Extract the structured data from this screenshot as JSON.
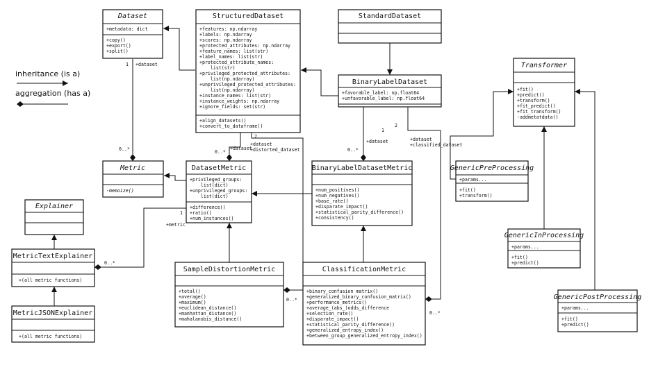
{
  "legend": {
    "inheritance": "inheritance (is a)",
    "aggregation": "aggregation (has a)"
  },
  "classes": {
    "Dataset": {
      "name": "Dataset",
      "attributes": [
        "+metadata: dict"
      ],
      "methods": [
        "+copy()",
        "+export()",
        "+split()"
      ]
    },
    "StructuredDataset": {
      "name": "StructuredDataset",
      "attributes": [
        "+features: np.ndarray",
        "+labels: np.ndarray",
        "+scores: np.ndarray",
        "+protected_attributes: np.ndarray",
        "+feature_names: list(str)",
        "+label_names: list(str)",
        "+protected_attribute_names:",
        "    list(str)",
        "+privileged_protected_attributes:",
        "    list(np.ndarray)",
        "+unprivileged_protected_attributes:",
        "    list(np.ndarray)",
        "+instance_names: list(str)",
        "+instance_weights: np.ndarray",
        "+ignore_fields: set(str)"
      ],
      "methods": [
        "+align_datasets()",
        "+convert_to_dataframe()"
      ]
    },
    "StandardDataset": {
      "name": "StandardDataset"
    },
    "BinaryLabelDataset": {
      "name": "BinaryLabelDataset",
      "attributes": [
        "+favorable_label: np.float64",
        "+unfavorable_label: np.float64"
      ]
    },
    "Metric": {
      "name": "Metric",
      "methods": [
        "-memoize()"
      ]
    },
    "DatasetMetric": {
      "name": "DatasetMetric",
      "attributes": [
        "+privileged_groups:",
        "    list(dict)",
        "+unprivileged_groups:",
        "    list(dict)"
      ],
      "methods": [
        "+difference()",
        "+ratio()",
        "+num_instances()"
      ]
    },
    "BinaryLabelDatasetMetric": {
      "name": "BinaryLabelDatasetMetric",
      "methods": [
        "+num_positives()",
        "+num_negatives()",
        "+base_rate()",
        "+disparate_impact()",
        "+statistical_parity_difference()",
        "+consistency()"
      ]
    },
    "Explainer": {
      "name": "Explainer"
    },
    "MetricTextExplainer": {
      "name": "MetricTextExplainer",
      "methods": [
        "+(all metric functions)"
      ]
    },
    "MetricJSONExplainer": {
      "name": "MetricJSONExplainer",
      "methods": [
        "+(all metric functions)"
      ]
    },
    "SampleDistortionMetric": {
      "name": "SampleDistortionMetric",
      "methods": [
        "+total()",
        "+average()",
        "+maximum()",
        "+euclidean_distance()",
        "+manhattan_distance()",
        "+mahalanobis_distance()"
      ]
    },
    "ClassificationMetric": {
      "name": "ClassificationMetric",
      "methods": [
        "+binary_confusion matrix()",
        "+generalized_binary_confusion_matrix()",
        "+performance_metrics()",
        "+average_(abs_)odds_difference",
        "+selection_rate()",
        "+disparate_impact()",
        "+statistical_parity_difference()",
        "+generalized_entropy_index()",
        "+between_group_generalized_entropy_index()"
      ]
    },
    "Transformer": {
      "name": "Transformer",
      "methods": [
        "+fit()",
        "+predict()",
        "+transform()",
        "+fit_predict()",
        "+fit_transform()",
        "-addmetatdata()"
      ]
    },
    "GenericPreProcessing": {
      "name": "GenericPreProcessing",
      "attributes": [
        "+params..."
      ],
      "methods": [
        "+fit()",
        "+transform()"
      ]
    },
    "GenericInProcessing": {
      "name": "GenericInProcessing",
      "attributes": [
        "+params..."
      ],
      "methods": [
        "+fit()",
        "+predict()"
      ]
    },
    "GenericPostProcessing": {
      "name": "GenericPostProcessing",
      "attributes": [
        "+params..."
      ],
      "methods": [
        "+fit()",
        "+predict()"
      ]
    }
  },
  "labels": {
    "dataset_mult": "1",
    "dataset_role": "+dataset",
    "metric_mult": "0..*",
    "sdm_mult": "0..*",
    "sdm_role": "+dataset",
    "sd_2": "2",
    "sd_roles": [
      "+dataset",
      "+distorted_dataset"
    ],
    "bld_1": "1",
    "bld_2": "2",
    "bld_role": "+dataset",
    "bld_roles": [
      "+dataset",
      "+classified_dataset"
    ],
    "bldm_mult": "0..*",
    "metric_1": "1",
    "metric_role": "+metric",
    "mte_mult": "0..*",
    "sdmetric_mult": "0..*",
    "cm_mult": "0..*"
  }
}
